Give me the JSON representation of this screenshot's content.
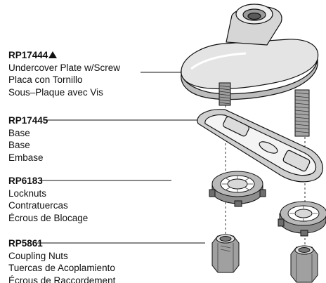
{
  "callouts": [
    {
      "part_number": "RP17444",
      "flag": "warning-triangle",
      "lines": [
        "Undercover Plate w/Screw",
        "Placa con Tornillo",
        "Sous–Plaque avec Vis"
      ]
    },
    {
      "part_number": "RP17445",
      "lines": [
        "Base",
        "Base",
        "Embase"
      ]
    },
    {
      "part_number": "RP6183",
      "lines": [
        "Locknuts",
        "Contratuercas",
        "Écrous de Blocage"
      ]
    },
    {
      "part_number": "RP5861",
      "lines": [
        "Coupling Nuts",
        "Tuercas de Acoplamiento",
        "Écrous de Raccordement"
      ]
    }
  ]
}
